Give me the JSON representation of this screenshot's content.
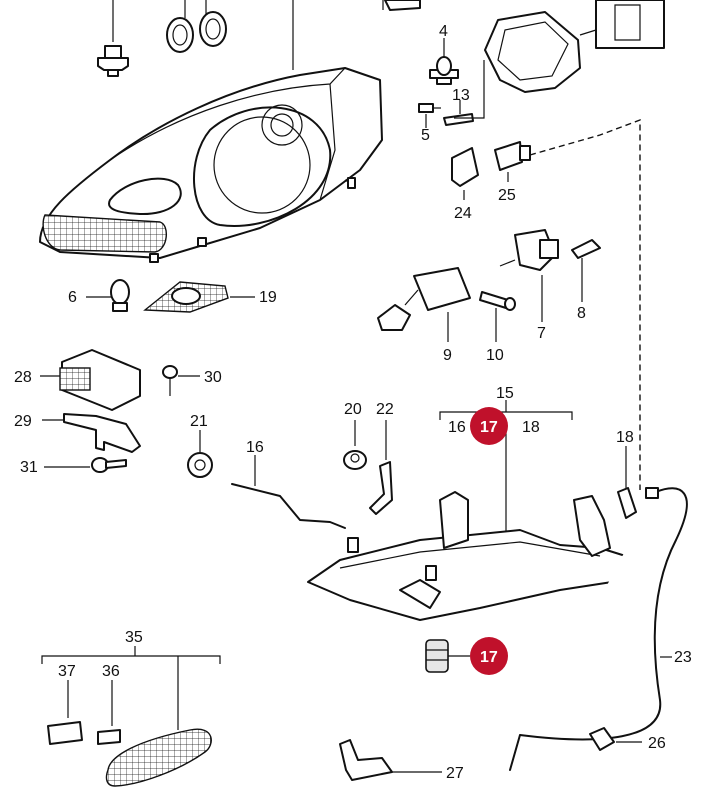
{
  "colors": {
    "ink": "#111111",
    "highlight": "#c0112b",
    "background": "#ffffff"
  },
  "labels": {
    "l4": "4",
    "l13": "13",
    "l5": "5",
    "l24": "24",
    "l25": "25",
    "l6": "6",
    "l19": "19",
    "l9": "9",
    "l10": "10",
    "l7": "7",
    "l8": "8",
    "l28": "28",
    "l30": "30",
    "l29": "29",
    "l31": "31",
    "l21": "21",
    "l16a": "16",
    "l20": "20",
    "l22": "22",
    "l15": "15",
    "l16b": "16",
    "l17a": "17",
    "l18a": "18",
    "l18b": "18",
    "l17b": "17",
    "l23": "23",
    "l35": "35",
    "l37": "37",
    "l36": "36",
    "l26": "26",
    "l27": "27"
  }
}
